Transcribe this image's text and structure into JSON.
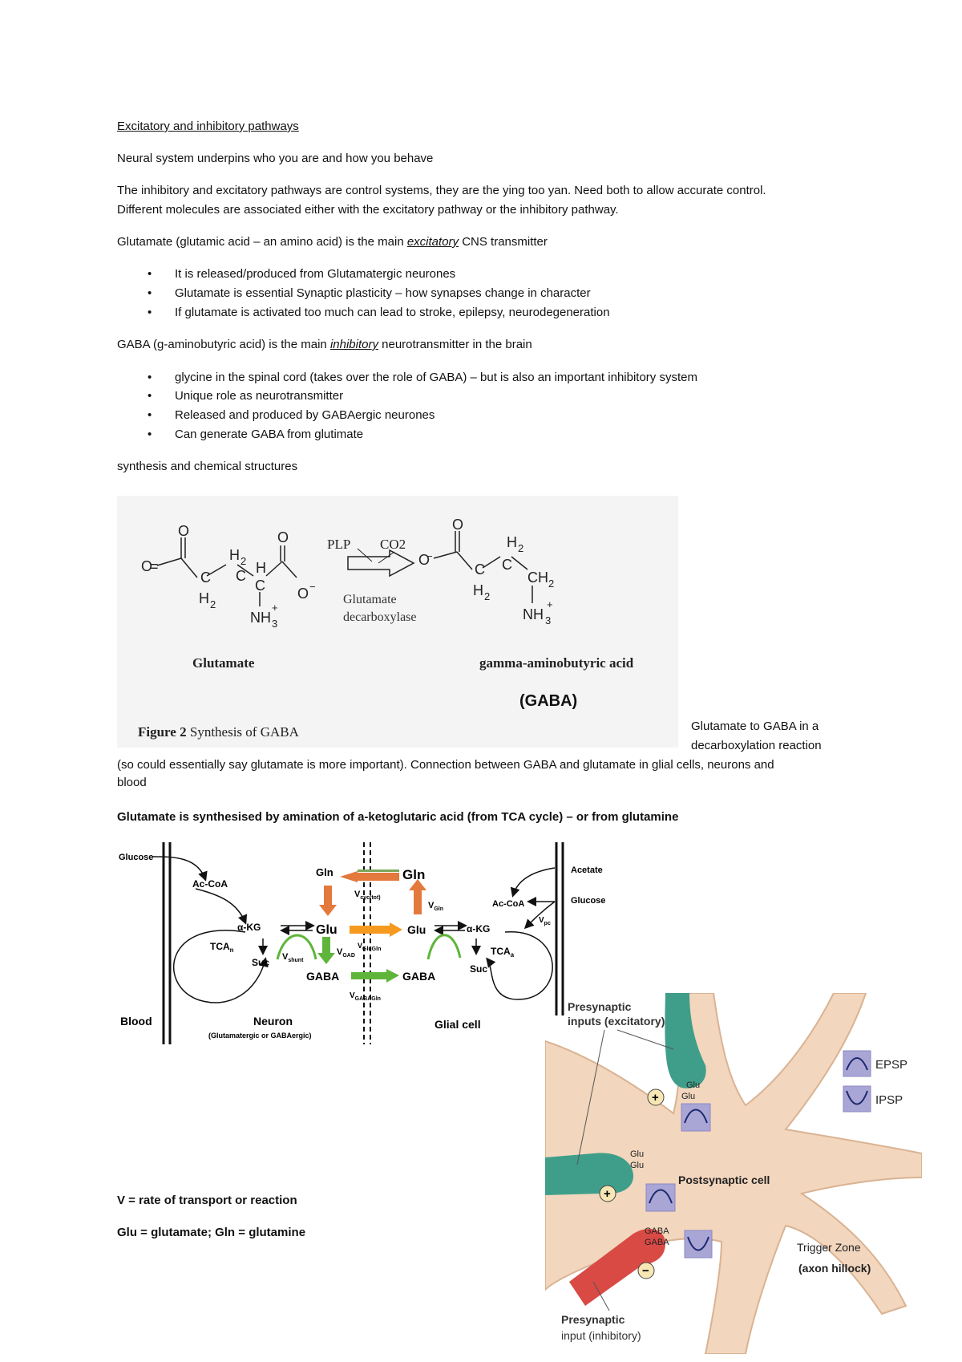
{
  "doc": {
    "heading": "Excitatory and inhibitory pathways",
    "p1": "Neural system underpins who you are and how you behave",
    "p2a": "The inhibitory and excitatory pathways are control systems, they are the ying too yan. Need both to allow accurate control.",
    "p2b": "Different molecules are associated either with the excitatory pathway or the inhibitory pathway.",
    "glu_pre": "Glutamate (glutamic acid – an amino acid) is the main ",
    "glu_em": "excitatory",
    "glu_post": " CNS transmitter",
    "glu_bullets": [
      "It is released/produced from Glutamatergic neurones",
      "Glutamate is essential Synaptic plasticity – how synapses change in character",
      "If glutamate is activated too much can lead to stroke, epilepsy, neurodegeneration"
    ],
    "gaba_pre": "GABA (g-aminobutyric acid) is the main ",
    "gaba_em": "inhibitory",
    "gaba_post": " neurotransmitter in the brain",
    "gaba_bullets": [
      "glycine in the spinal cord (takes over the role of GABA) – but is also an important inhibitory system",
      "Unique role as neurotransmitter",
      "Released and produced by GABAergic neurones",
      "Can generate GABA from glutimate"
    ],
    "synth": "synthesis and chemical structures",
    "side1": "Glutamate to GABA in a",
    "side2": "decarboxylation reaction",
    "cont1": "(so could essentially say glutamate is more important). Connection between GABA and glutamate in glial cells, neurons and",
    "cont2": "blood",
    "glu_synth": "Glutamate is synthesised by amination of a-ketoglutaric acid (from TCA cycle) – or from glutamine",
    "v_def": "V = rate of transport or reaction",
    "abbr": "Glu = glutamate;  Gln = glutamine"
  },
  "fig1": {
    "plp": "PLP",
    "co2": "CO2",
    "enzyme1": "Glutamate",
    "enzyme2": "decarboxylase",
    "left_name": "Glutamate",
    "right_name": "gamma-aminobutyric acid",
    "right_abbr": "(GABA)",
    "caption_b": "Figure 2",
    "caption": " Synthesis of GABA"
  },
  "fig2": {
    "glucose": "Glucose",
    "acetate": "Acetate",
    "glucose_r": "Glucose",
    "acoa_l": "Ac-CoA",
    "acoa_r": "Ac-CoA",
    "gln_n": "Gln",
    "gln_g": "Gln",
    "v_cyc": "V",
    "v_cyc_sub": "cyc(tot)",
    "v_gln": "V",
    "v_gln_sub": "Gln",
    "akg_n": "α-KG",
    "akg_g": "α-KG",
    "glu_n": "Glu",
    "glu_g": "Glu",
    "tca_n": "TCA",
    "tca_n_sub": "n",
    "tca_g": "TCA",
    "tca_g_sub": "a",
    "suc_n": "Suc",
    "suc_g": "Suc",
    "v_shunt": "V",
    "v_shunt_sub": "shunt",
    "v_gad": "V",
    "v_gad_sub": "GAD",
    "v_gluglin": "V",
    "v_gluglin_sub": "GluGln",
    "v_pc": "V",
    "v_pc_sub": "pc",
    "gaba_n": "GABA",
    "gaba_g": "GABA",
    "v_gabagln": "V",
    "v_gabagln_sub": "GABAGln",
    "blood": "Blood",
    "neuron": "Neuron",
    "neuron_sub": "(Glutamatergic or GABAergic)",
    "glial": "Glial cell"
  },
  "fig3": {
    "pre_exc1": "Presynaptic",
    "pre_exc2": "inputs (excitatory)",
    "epsp": "EPSP",
    "ipsp": "IPSP",
    "glu1": "Glu",
    "glu2": "Glu",
    "glu3": "Glu",
    "glu4": "Glu",
    "post": "Postsynaptic cell",
    "gaba1": "GABA",
    "gaba2": "GABA",
    "trigger1": "Trigger Zone",
    "trigger2": "(axon hillock)",
    "pre_inh1": "Presynaptic",
    "pre_inh2": "input (inhibitory)",
    "plus": "+",
    "minus": "−"
  }
}
